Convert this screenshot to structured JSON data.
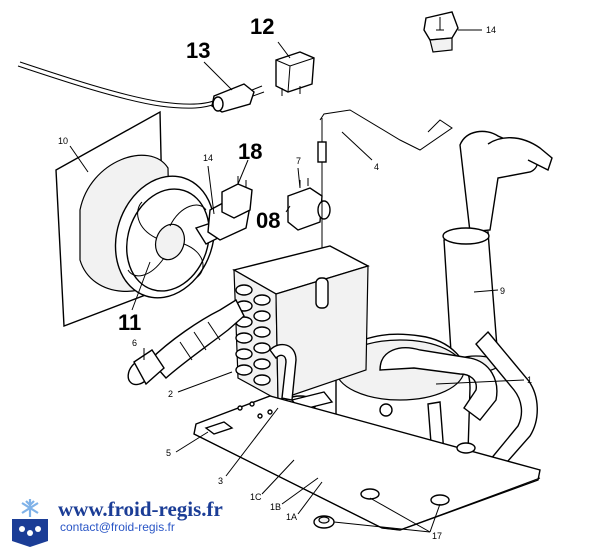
{
  "diagram": {
    "callouts": [
      {
        "id": "c-14-top",
        "text": "14"
      },
      {
        "id": "c-12",
        "text": "12"
      },
      {
        "id": "c-13",
        "text": "13"
      },
      {
        "id": "c-10",
        "text": "10"
      },
      {
        "id": "c-14-mid",
        "text": "14"
      },
      {
        "id": "c-18",
        "text": "18"
      },
      {
        "id": "c-7",
        "text": "7"
      },
      {
        "id": "c-4",
        "text": "4"
      },
      {
        "id": "c-08",
        "text": "08"
      },
      {
        "id": "c-11",
        "text": "11"
      },
      {
        "id": "c-9",
        "text": "9"
      },
      {
        "id": "c-6",
        "text": "6"
      },
      {
        "id": "c-1",
        "text": "1"
      },
      {
        "id": "c-2",
        "text": "2"
      },
      {
        "id": "c-5",
        "text": "5"
      },
      {
        "id": "c-3",
        "text": "3"
      },
      {
        "id": "c-1C",
        "text": "1C"
      },
      {
        "id": "c-1B",
        "text": "1B"
      },
      {
        "id": "c-1A",
        "text": "1A"
      },
      {
        "id": "c-17",
        "text": "17"
      }
    ]
  },
  "footer": {
    "website": "www.froid-regis.fr",
    "contact": "contact@froid-regis.fr"
  }
}
